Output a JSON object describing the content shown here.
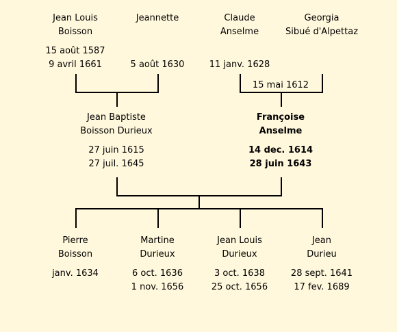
{
  "grandparents": [
    {
      "name1": "Jean Louis",
      "name2": "Boisson",
      "date1": "15 août 1587",
      "date2": "9 avril 1661"
    },
    {
      "name1": "Jeannette",
      "name2": "",
      "date1": "",
      "date2": "5 août 1630"
    },
    {
      "name1": "Claude",
      "name2": "Anselme",
      "date1": "",
      "date2": "11 janv. 1628"
    },
    {
      "name1": "Georgia",
      "name2": "Sibué d'Alpettaz",
      "date1": "",
      "date2": ""
    }
  ],
  "marriage_right_grandparents": "15 mai 1612",
  "parents": [
    {
      "name1": "Jean Baptiste",
      "name2": "Boisson Durieux",
      "date1": "27 juin 1615",
      "date2": "27 juil. 1645"
    },
    {
      "name1": "Françoise",
      "name2": "Anselme",
      "date1": "14 dec. 1614",
      "date2": "28 juin 1643"
    }
  ],
  "children": [
    {
      "name1": "Pierre",
      "name2": "Boisson",
      "date1": "janv. 1634",
      "date2": ""
    },
    {
      "name1": "Martine",
      "name2": "Durieux",
      "date1": "6 oct. 1636",
      "date2": "1 nov. 1656"
    },
    {
      "name1": "Jean Louis",
      "name2": "Durieux",
      "date1": "3 oct. 1638",
      "date2": "25 oct. 1656"
    },
    {
      "name1": "Jean",
      "name2": "Durieu",
      "date1": "28 sept. 1641",
      "date2": "17 fev. 1689"
    }
  ]
}
